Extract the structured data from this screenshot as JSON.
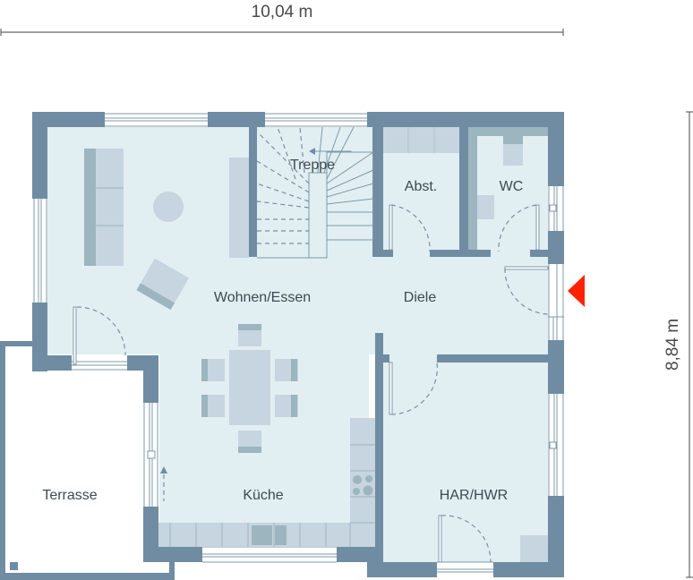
{
  "dimensions": {
    "width_label": "10,04 m",
    "height_label": "8,84 m"
  },
  "rooms": [
    {
      "id": "wohnen-essen",
      "label": "Wohnen/Essen"
    },
    {
      "id": "treppe",
      "label": "Treppe"
    },
    {
      "id": "abst",
      "label": "Abst."
    },
    {
      "id": "wc",
      "label": "WC"
    },
    {
      "id": "diele",
      "label": "Diele"
    },
    {
      "id": "kueche",
      "label": "Küche"
    },
    {
      "id": "har-hwr",
      "label": "HAR/HWR"
    },
    {
      "id": "terrasse",
      "label": "Terrasse"
    }
  ],
  "entrance_marker": {
    "color": "#ff2200",
    "direction": "left"
  },
  "colors": {
    "wall": "#6f8ca3",
    "floor": "#e1eff2",
    "furniture": "#c6d5df",
    "furniture_dark": "#9db5bf"
  }
}
